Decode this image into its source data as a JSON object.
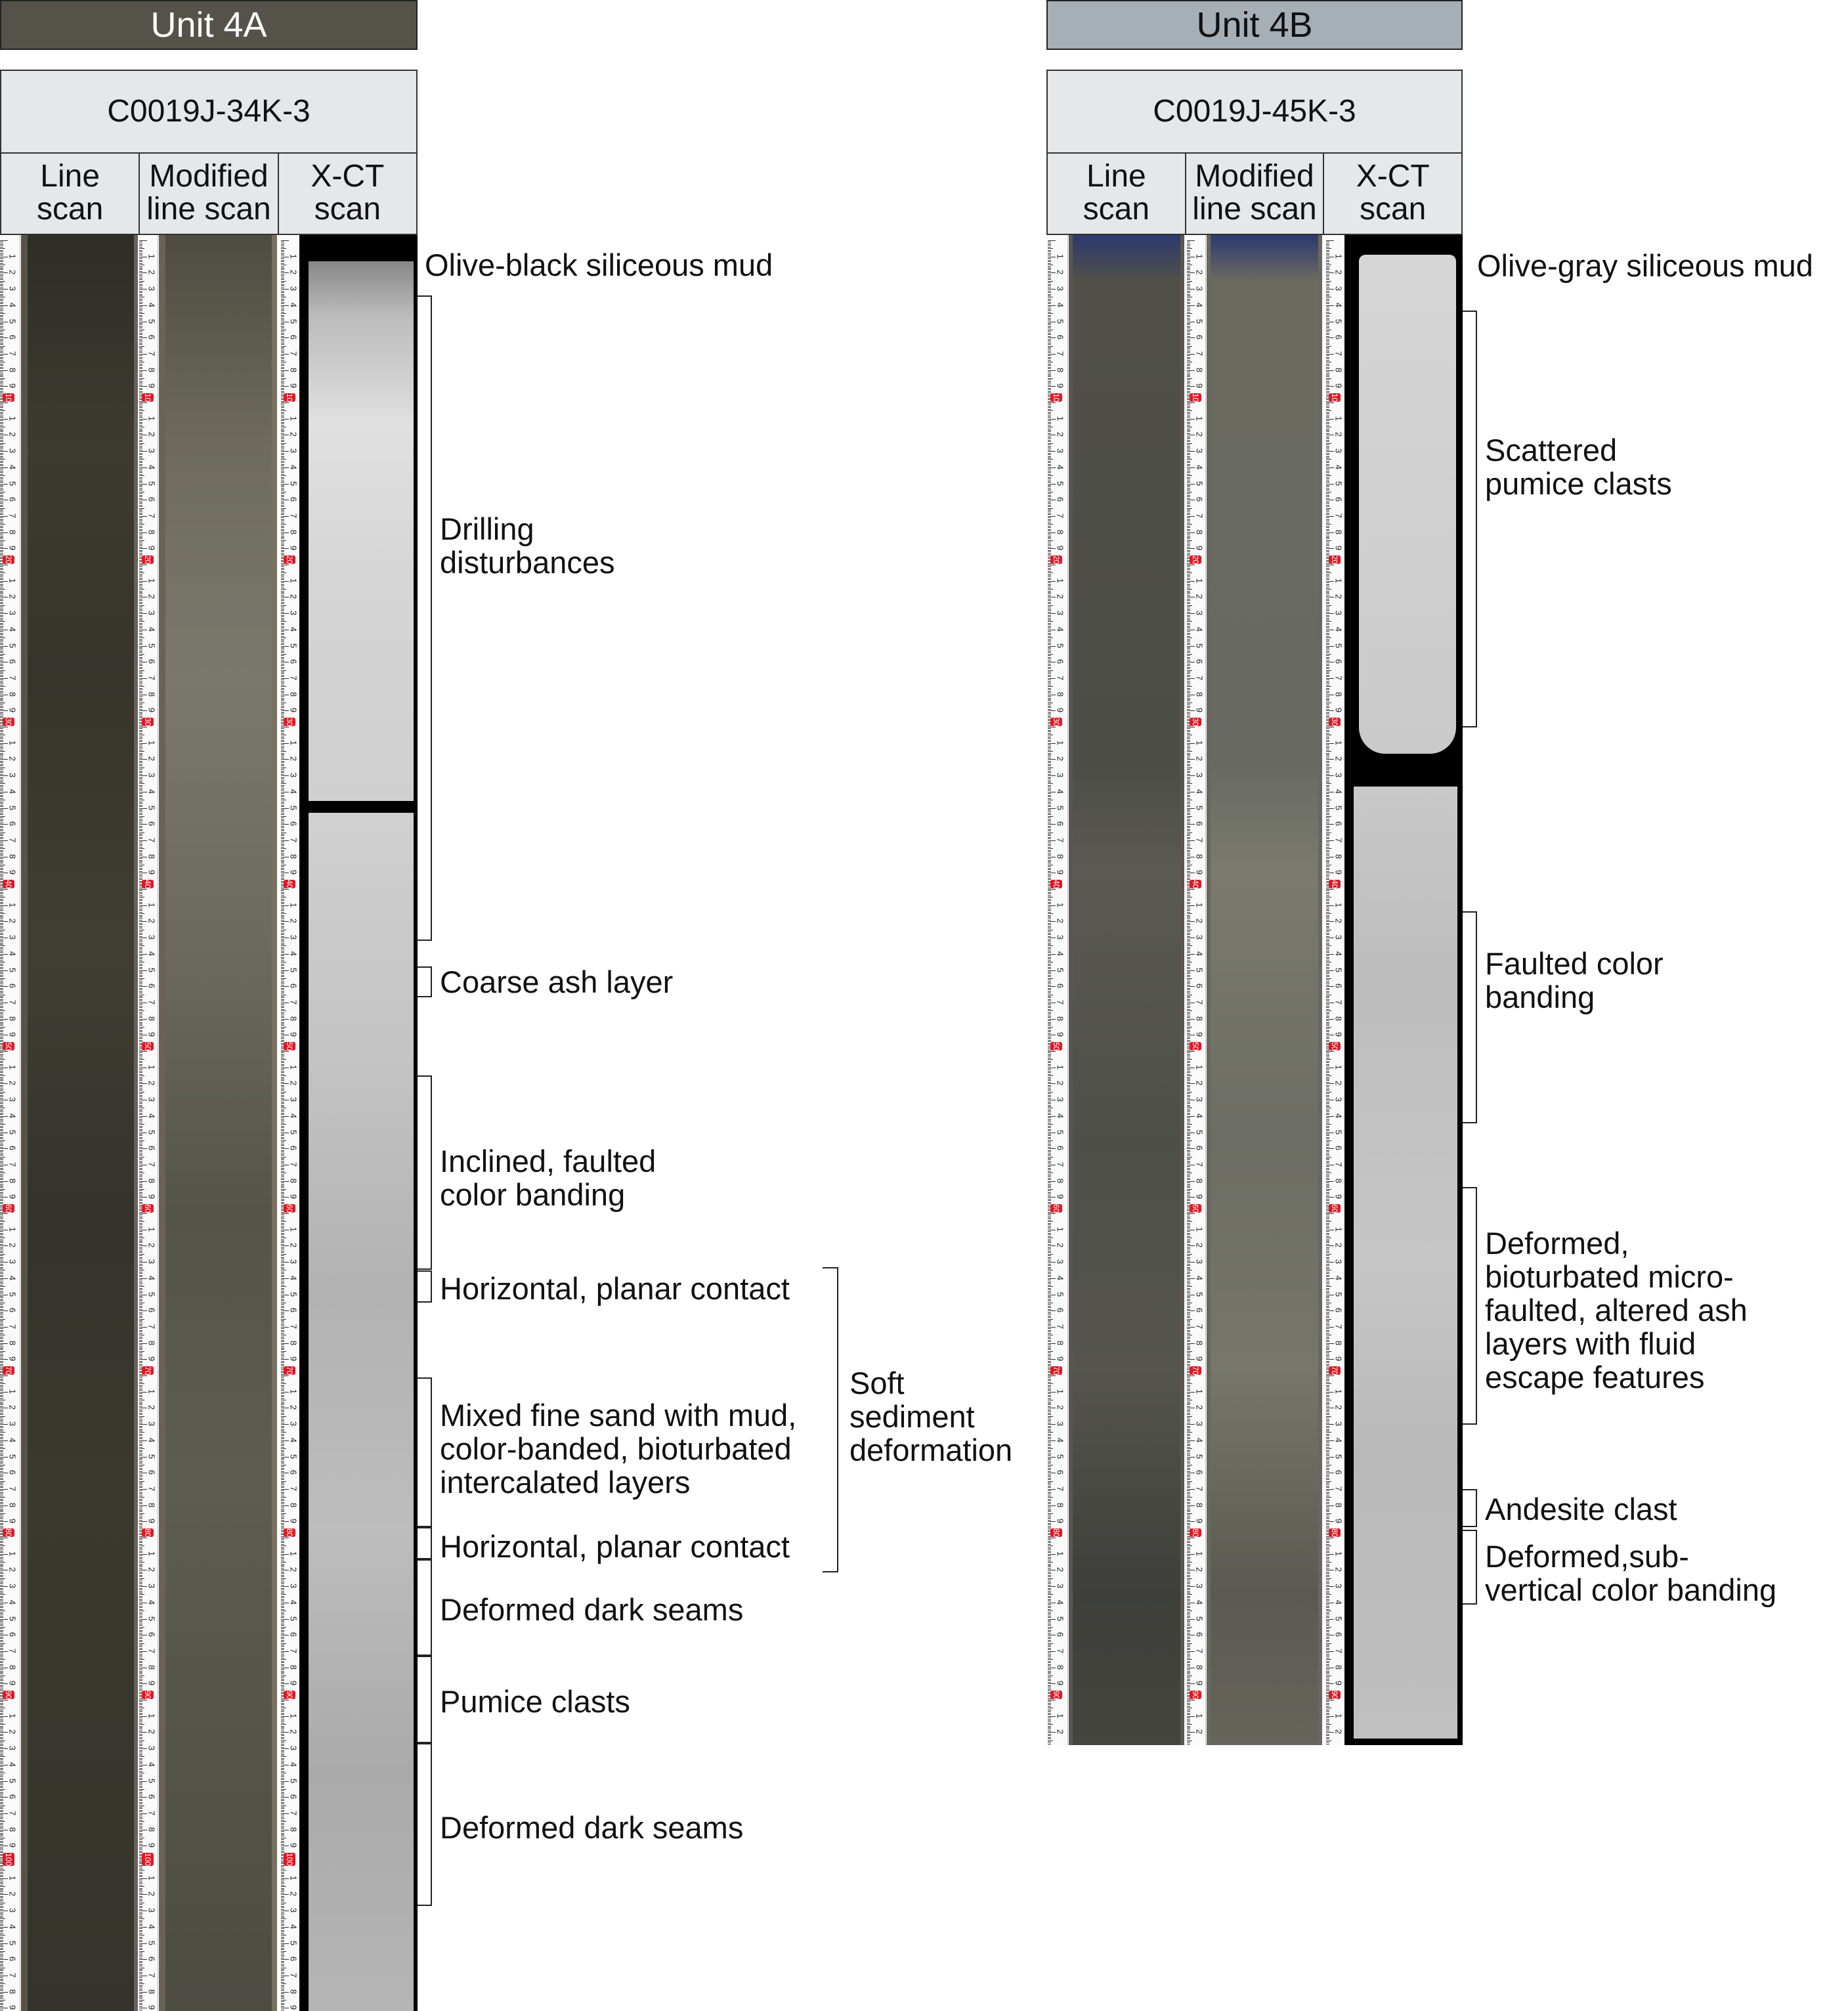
{
  "colors": {
    "unit4a_header": "#55524a",
    "unit4b_header": "#a6aeb6",
    "header_bg": "#e6e7e9",
    "ruler_red": "#e01825"
  },
  "panels": [
    {
      "unit": "Unit 4A",
      "sample": "C0019J-34K-3",
      "columns": [
        "Line\nscan",
        "Modified\nline scan",
        "X-CT\nscan"
      ],
      "ruler_max_cm": 110,
      "unit_label": "Olive-black siliceous mud",
      "annotations": [
        "Drilling\ndisturbances",
        "Coarse ash layer",
        "Inclined, faulted\ncolor banding",
        "Horizontal, planar contact",
        "Mixed fine sand with mud,\ncolor-banded, bioturbated\nintercalated layers",
        "Horizontal, planar contact",
        "Deformed dark seams",
        "Pumice clasts",
        "Deformed dark seams"
      ],
      "group_annotation": "Soft\nsediment\ndeformation"
    },
    {
      "unit": "Unit 4B",
      "sample": "C0019J-45K-3",
      "columns": [
        "Line\nscan",
        "Modified\nline scan",
        "X-CT\nscan"
      ],
      "ruler_max_cm": 94,
      "unit_label": "Olive-gray siliceous mud",
      "annotations": [
        "Scattered\npumice clasts",
        "Faulted color\nbanding",
        "Deformed,\nbioturbated micro-\nfaulted, altered ash\nlayers with fluid\nescape features",
        "Andesite clast",
        "Deformed,sub-\nvertical color banding"
      ]
    }
  ]
}
